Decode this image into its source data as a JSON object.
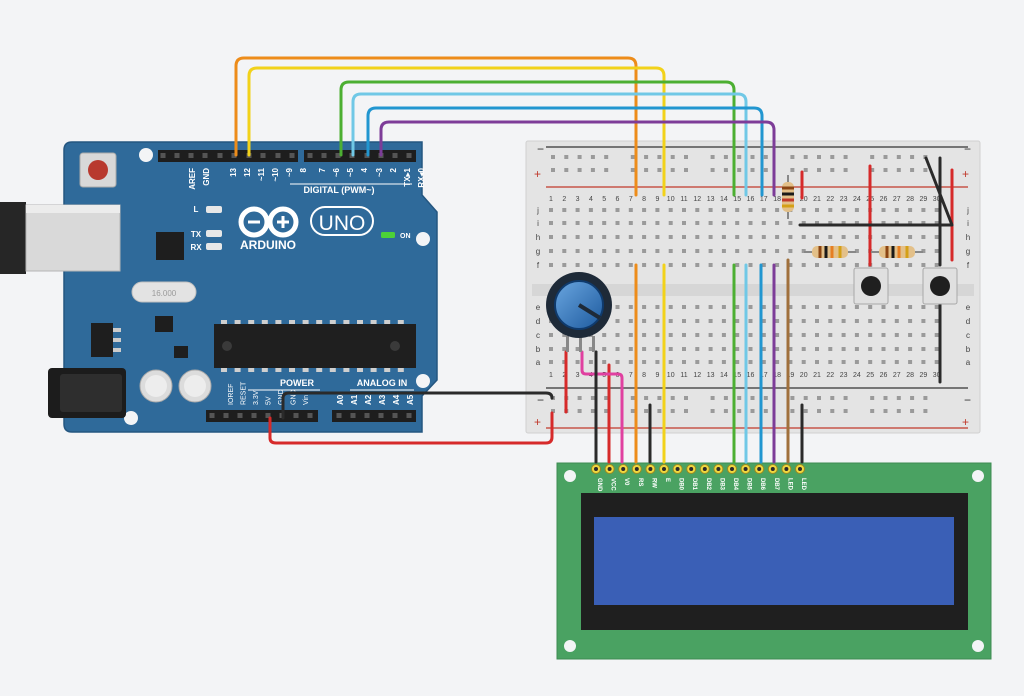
{
  "colors": {
    "background": "#f3f4f6",
    "arduino_board": "#2f6a9a",
    "arduino_header": "#1e1e1e",
    "breadboard": "#e5e5e5",
    "lcd_pcb": "#4aa262",
    "lcd_screen": "#3a5fb6",
    "wire_orange": "#ed8c1a",
    "wire_yellow": "#f2d21a",
    "wire_green": "#4caf32",
    "wire_lightblue": "#70c8e6",
    "wire_blue": "#2196d0",
    "wire_purple": "#7d3c98",
    "wire_brown": "#a0703c",
    "wire_red": "#d62a2a",
    "wire_black": "#2a2a2a",
    "wire_pink": "#e040a0"
  },
  "arduino": {
    "brand": "ARDUINO",
    "model": "UNO",
    "digital_label": "DIGITAL (PWM~)",
    "power_label": "POWER",
    "analog_label": "ANALOG IN",
    "led_l": "L",
    "led_tx": "TX",
    "led_rx": "RX",
    "on_label": "ON",
    "crystal_label": "16.000",
    "digital_pins": [
      "AREF",
      "GND",
      "13",
      "12",
      "~11",
      "~10",
      "~9",
      "8",
      "7",
      "~6",
      "~5",
      "4",
      "~3",
      "2",
      "TX▸1",
      "RX◂0"
    ],
    "power_pins": [
      "IOREF",
      "RESET",
      "3.3V",
      "5V",
      "GND",
      "GND",
      "Vin"
    ],
    "analog_pins": [
      "A0",
      "A1",
      "A2",
      "A3",
      "A4",
      "A5"
    ]
  },
  "breadboard": {
    "rail_minus": "−",
    "rail_plus": "+",
    "row_letters_top": [
      "j",
      "i",
      "h",
      "g",
      "f"
    ],
    "row_letters_bottom": [
      "e",
      "d",
      "c",
      "b",
      "a"
    ]
  },
  "lcd": {
    "pins": [
      "GND",
      "VCC",
      "V0",
      "RS",
      "RW",
      "E",
      "DB0",
      "DB1",
      "DB2",
      "DB3",
      "DB4",
      "DB5",
      "DB6",
      "DB7",
      "LED",
      "LED"
    ]
  }
}
